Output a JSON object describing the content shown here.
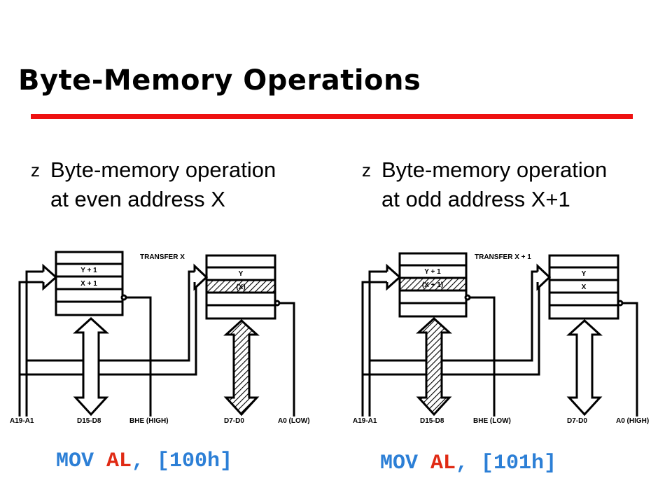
{
  "slide": {
    "title": "Byte-Memory Operations",
    "accent_color": "#ee1111",
    "code_color": "#2c7fd6",
    "register_color": "#e02a14"
  },
  "left": {
    "bullet_line1": "Byte-memory operation",
    "bullet_line2": "at even address X",
    "bullet_marker": "z",
    "diagram": {
      "transfer_label": "TRANSFER X",
      "odd_bank_rows": [
        "Y + 1",
        "X + 1"
      ],
      "even_bank_rows": [
        "Y",
        "(X)"
      ],
      "label_addr": "A19-A1",
      "label_high_bus": "D15-D8",
      "label_bhe": "BHE (HIGH)",
      "label_low_bus": "D7-D0",
      "label_a0": "A0 (LOW)"
    },
    "code_mnemonic": "MOV ",
    "code_register": "AL",
    "code_rest": ", [100h]"
  },
  "right": {
    "bullet_line1": "Byte-memory operation",
    "bullet_line2": "at odd address X+1",
    "bullet_marker": "z",
    "diagram": {
      "transfer_label": "TRANSFER X + 1",
      "odd_bank_rows": [
        "Y + 1",
        "(X + 1)"
      ],
      "even_bank_rows": [
        "Y",
        "X"
      ],
      "label_addr": "A19-A1",
      "label_high_bus": "D15-D8",
      "label_bhe": "BHE (LOW)",
      "label_low_bus": "D7-D0",
      "label_a0": "A0 (HIGH)"
    },
    "code_mnemonic": "MOV ",
    "code_register": "AL",
    "code_rest": ", [101h]"
  }
}
